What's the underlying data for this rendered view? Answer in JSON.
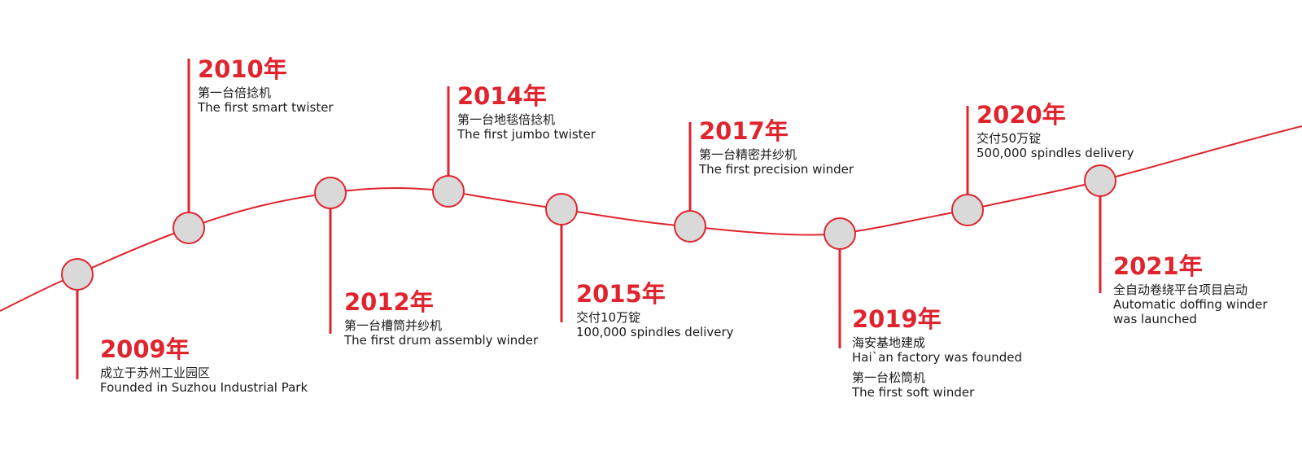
{
  "colors": {
    "accent": "#e0242e",
    "node_fill": "#d9d9d9",
    "text": "#1a1a1a"
  },
  "events": [
    {
      "year": "2009年",
      "groups": [
        {
          "zh": "成立于苏州工业园区",
          "en": "Founded in Suzhou Industrial Park"
        }
      ]
    },
    {
      "year": "2010年",
      "groups": [
        {
          "zh": "第一台倍捻机",
          "en": "The first smart twister"
        }
      ]
    },
    {
      "year": "2012年",
      "groups": [
        {
          "zh": "第一台槽筒并纱机",
          "en": "The first drum assembly winder"
        }
      ]
    },
    {
      "year": "2014年",
      "groups": [
        {
          "zh": "第一台地毯倍捻机",
          "en": "The first jumbo twister"
        }
      ]
    },
    {
      "year": "2015年",
      "groups": [
        {
          "zh": "交付10万锭",
          "en": "100,000 spindles delivery"
        }
      ]
    },
    {
      "year": "2017年",
      "groups": [
        {
          "zh": "第一台精密并纱机",
          "en": "The first precision winder"
        }
      ]
    },
    {
      "year": "2019年",
      "groups": [
        {
          "zh": "海安基地建成",
          "en": "Hai`an factory was founded"
        },
        {
          "zh": "第一台松筒机",
          "en": "The first soft winder"
        }
      ]
    },
    {
      "year": "2020年",
      "groups": [
        {
          "zh": "交付50万锭",
          "en": "500,000 spindles delivery"
        }
      ]
    },
    {
      "year": "2021年",
      "groups": [
        {
          "zh": "全自动卷绕平台项目启动",
          "en": "Automatic doffing winder\nwas launched"
        }
      ]
    }
  ]
}
